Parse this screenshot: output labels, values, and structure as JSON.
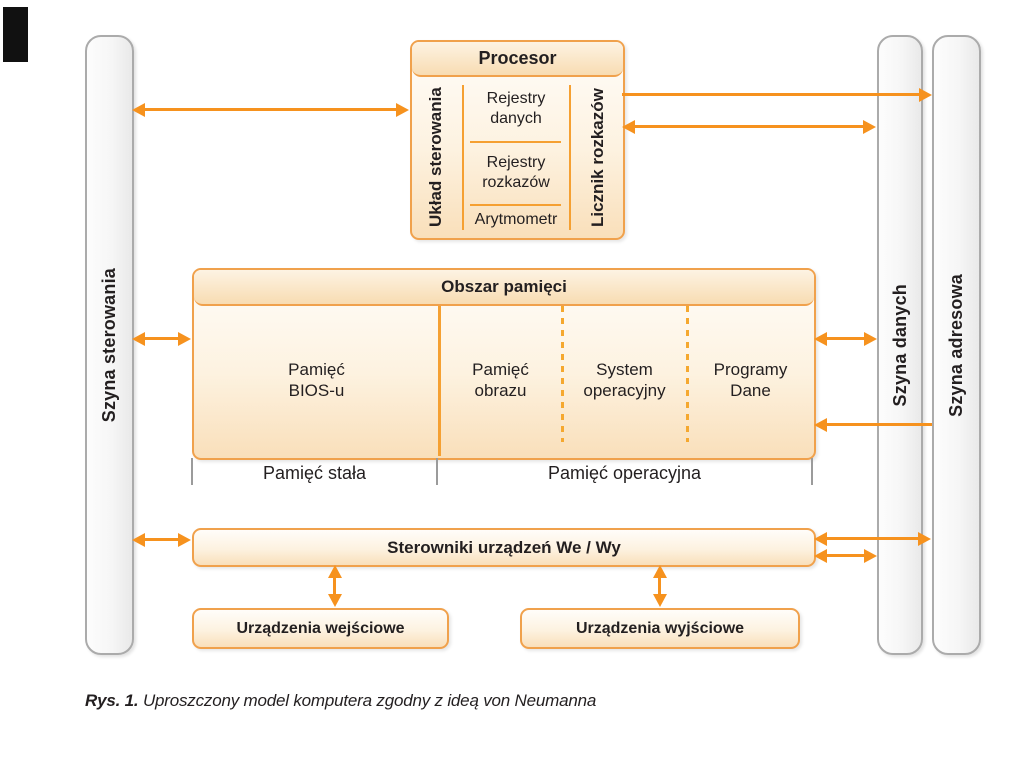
{
  "buses": {
    "control": "Szyna sterowania",
    "data": "Szyna danych",
    "address": "Szyna adresowa"
  },
  "processor": {
    "title": "Procesor",
    "control_unit": "Układ sterowania",
    "registers": [
      "Rejestry danych",
      "Rejestry rozkazów",
      "Arytmometr"
    ],
    "instruction_counter": "Licznik rozkazów"
  },
  "memory": {
    "title": "Obszar pamięci",
    "sections": [
      "Pamięć BIOS-u",
      "Pamięć obrazu",
      "System operacyjny",
      "Programy Dane"
    ],
    "groups": [
      "Pamięć stała",
      "Pamięć operacyjna"
    ]
  },
  "io": {
    "controllers": "Sterowniki urządzeń We / Wy",
    "input": "Urządzenia wejściowe",
    "output": "Urządzenia wyjściowe"
  },
  "caption": {
    "label": "Rys. 1.",
    "text": " Uproszczony model komputera zgodny z ideą von Neumanna"
  },
  "colors": {
    "accent": "#F6921E",
    "box_border": "#F0A14C",
    "box_fill": "#F9DFBA",
    "bus_border": "#ABABAB",
    "text": "#231F20"
  }
}
